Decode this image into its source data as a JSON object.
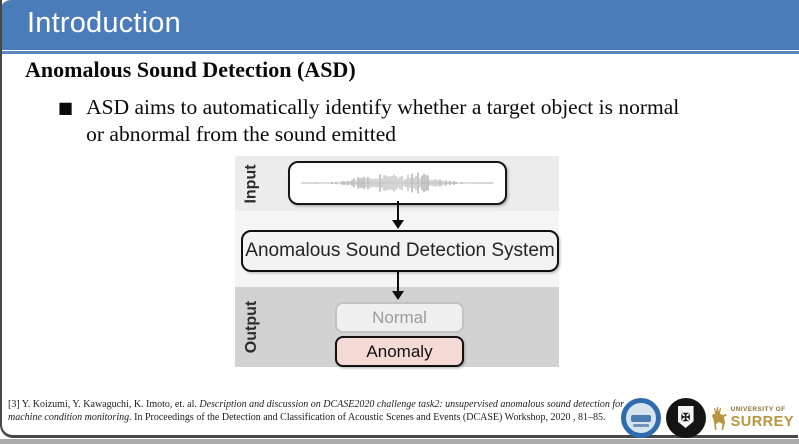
{
  "header": {
    "title": "Introduction",
    "bar_color": "#4b7cba"
  },
  "main": {
    "heading": "Anomalous Sound Detection (ASD)",
    "bullet_marker": "■",
    "bullet_text": "ASD aims to automatically identify whether a target object is normal or abnormal from the sound emitted"
  },
  "diagram": {
    "input_label": "Input",
    "system_label": "Anomalous Sound Detection System",
    "output_label": "Output",
    "normal_label": "Normal",
    "anomaly_label": "Anomaly",
    "colors": {
      "input_band": "#ececec",
      "output_band": "#d2d2d2",
      "anomaly_fill": "#f5d9d5",
      "normal_text": "#9c9d9d"
    }
  },
  "footer": {
    "citation": {
      "prefix": "[3] Y. Koizumi, Y. Kawaguchi, K. Imoto, et. al. ",
      "italic": "Description and discussion on DCASE2020 challenge task2: unsupervised anomalous sound detection for machine condition monitoring.",
      "suffix": " In Proceedings of the Detection and Classification of Acoustic Scenes and Events (DCASE) Workshop, 2020 , 81–85."
    },
    "surrey_logo": {
      "line1": "UNIVERSITY OF",
      "line2": "SURREY"
    },
    "shield_glyph": "✠"
  }
}
